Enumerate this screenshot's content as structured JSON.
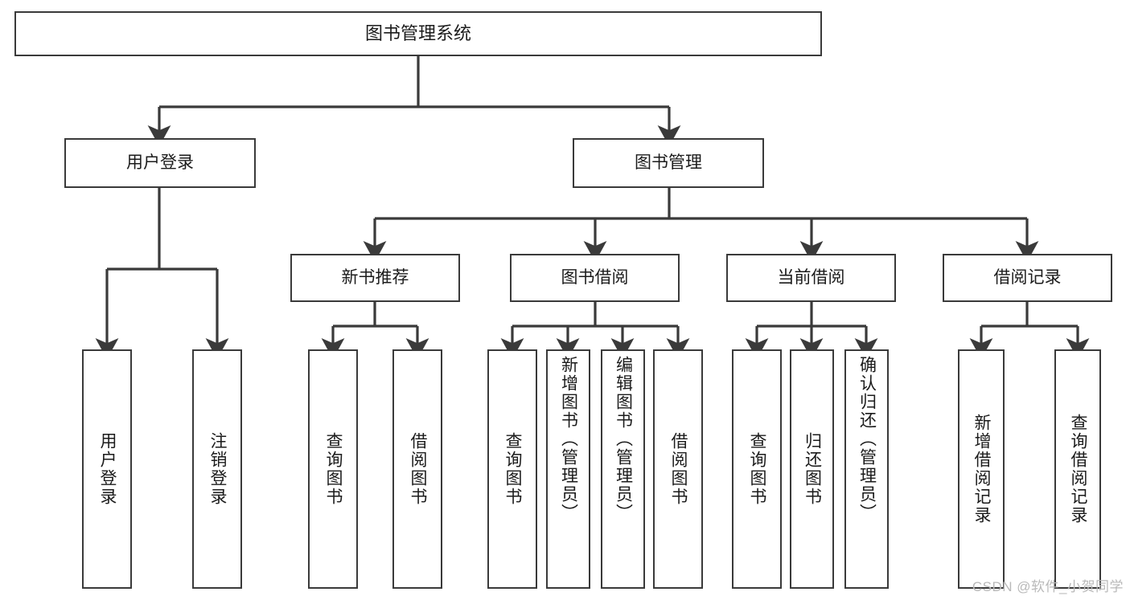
{
  "diagram": {
    "title": "图书管理系统",
    "type": "tree-hierarchy-chart",
    "colors": {
      "background": "#ffffff",
      "box_border": "#3a3a3a",
      "connector": "#3a3a3a",
      "text": "#1b1b1b",
      "watermark": "#b9b9b9"
    },
    "root": {
      "label": "图书管理系统"
    },
    "level2": [
      {
        "label": "用户登录"
      },
      {
        "label": "图书管理"
      }
    ],
    "level3": [
      {
        "label": "新书推荐"
      },
      {
        "label": "图书借阅"
      },
      {
        "label": "当前借阅"
      },
      {
        "label": "借阅记录"
      }
    ],
    "leaves": {
      "user_login": [
        {
          "label": "用户登录"
        },
        {
          "label": "注销登录"
        }
      ],
      "new_book_recommend": [
        {
          "label": "查询图书"
        },
        {
          "label": "借阅图书"
        }
      ],
      "book_borrow": [
        {
          "label": "查询图书"
        },
        {
          "label": "新增图书（管理员）"
        },
        {
          "label": "编辑图书（管理员）"
        },
        {
          "label": "借阅图书"
        }
      ],
      "current_borrow": [
        {
          "label": "查询图书"
        },
        {
          "label": "归还图书"
        },
        {
          "label": "确认归还（管理员）"
        }
      ],
      "borrow_record": [
        {
          "label": "新增借阅记录"
        },
        {
          "label": "查询借阅记录"
        }
      ]
    },
    "watermark": "CSDN @软件_小贺同学"
  }
}
